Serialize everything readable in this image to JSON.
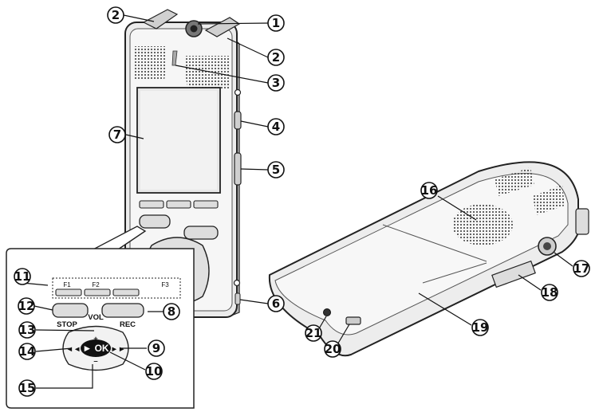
{
  "callouts": [
    "1",
    "2",
    "2",
    "3",
    "4",
    "5",
    "6",
    "7",
    "8",
    "9",
    "10",
    "11",
    "12",
    "13",
    "14",
    "15",
    "16",
    "17",
    "18",
    "19",
    "20",
    "21"
  ],
  "labels": {
    "f1": "F1",
    "f2": "F2",
    "f3": "F3",
    "stop": "STOP",
    "vol": "VOL",
    "rec": "REC",
    "plus": "+",
    "minus": "–",
    "ok": "► OK",
    "rew": "◄◄",
    "ff": "►►"
  }
}
